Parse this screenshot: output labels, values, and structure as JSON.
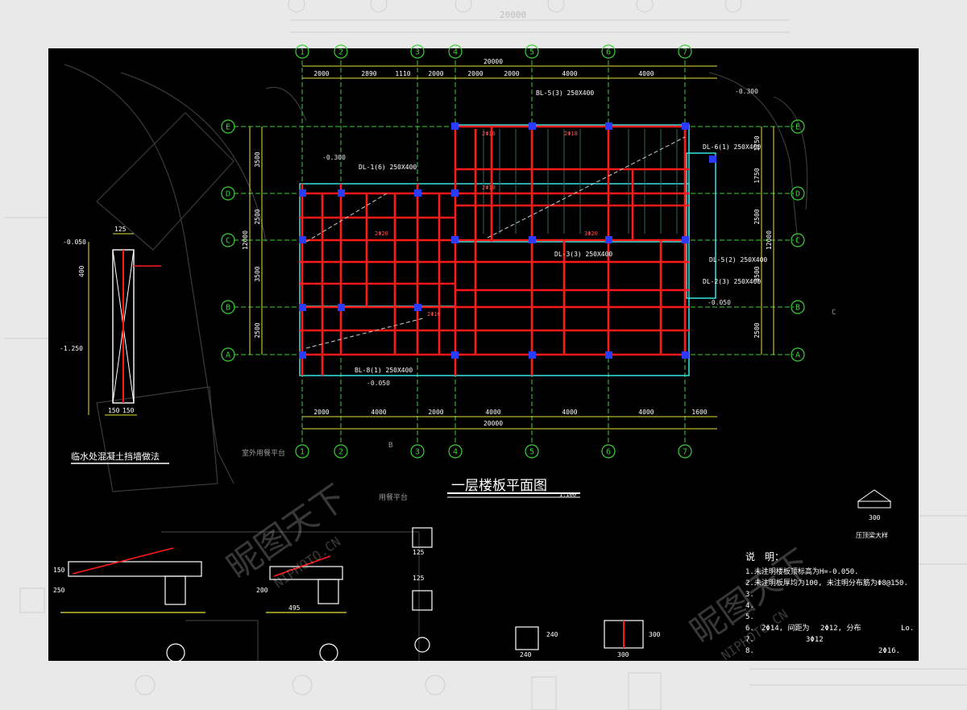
{
  "drawing": {
    "title": "一层楼板平面图",
    "scale": "1:100",
    "overall_dimension": "20000",
    "bg_dimension_top": "20000",
    "top_dims": [
      "2000",
      "2890",
      "1110",
      "2000",
      "2000",
      "2000",
      "4000",
      "4000"
    ],
    "bottom_dims": [
      "2000",
      "4000",
      "2000",
      "4000",
      "4000",
      "4000",
      "1600"
    ],
    "left_dims": [
      "3500",
      "2500",
      "3500",
      "2500"
    ],
    "left_total": "12000",
    "right_dims": [
      "1750",
      "1750",
      "2500",
      "3500",
      "2500"
    ],
    "right_total": "12000",
    "col_axes": [
      "1",
      "2",
      "3",
      "4",
      "5",
      "6",
      "7"
    ],
    "row_axes": [
      "E",
      "D",
      "C",
      "B",
      "A"
    ],
    "levels": [
      "-0.050",
      "-1.250",
      "-0.300"
    ],
    "left_detail_caption": "临水处混凝土挡墙做法",
    "left_detail_dims": [
      "125",
      "400",
      "150",
      "150"
    ],
    "side_labels": [
      "室外用餐平台",
      "用餐平台",
      "C",
      "B",
      "C"
    ],
    "beam_labels": [
      "BL-5(3) 250X400",
      "DL-1(6) 250X400",
      "DL-3(3) 250X400",
      "DL-6(1) 250X400",
      "DL-5(2) 250X400",
      "DL-2(3) 250X400",
      "BL-8(1) 250X400"
    ],
    "bar_labels": [
      "2Φ16",
      "2Φ18",
      "3Φ20",
      "2Φ20"
    ],
    "small_section_dims": [
      "240",
      "240",
      "300",
      "300",
      "125",
      "125",
      "250",
      "150",
      "495",
      "200"
    ],
    "notes_heading": "说　明：",
    "notes": [
      "1.未注明楼板顶标高为H=-0.050.",
      "2.未注明板厚均为100, 未注明分布筋为Φ8@150.",
      "3.",
      "4.",
      "5.",
      "6.",
      "7.",
      "8."
    ],
    "note_fragments": [
      "2Φ14, 间距为",
      "2Φ12, 分布",
      "Lo.",
      "3Φ12",
      "2Φ16."
    ],
    "small_detail_label": "压顶梁大样",
    "small_detail_dim": "300",
    "watermark_text": "昵图天下",
    "watermark_url": "NIPHOTO.CN",
    "colors": {
      "sheet_bg": "#000000",
      "page_bg": "#e9e9e9",
      "axis_green": "#3ad13a",
      "dim_yellow": "#e6e23a",
      "beam_red": "#ff1a1a",
      "wall_cyan": "#3ff0f0",
      "column_blue": "#2a3cff",
      "text_white": "#ffffff"
    }
  }
}
